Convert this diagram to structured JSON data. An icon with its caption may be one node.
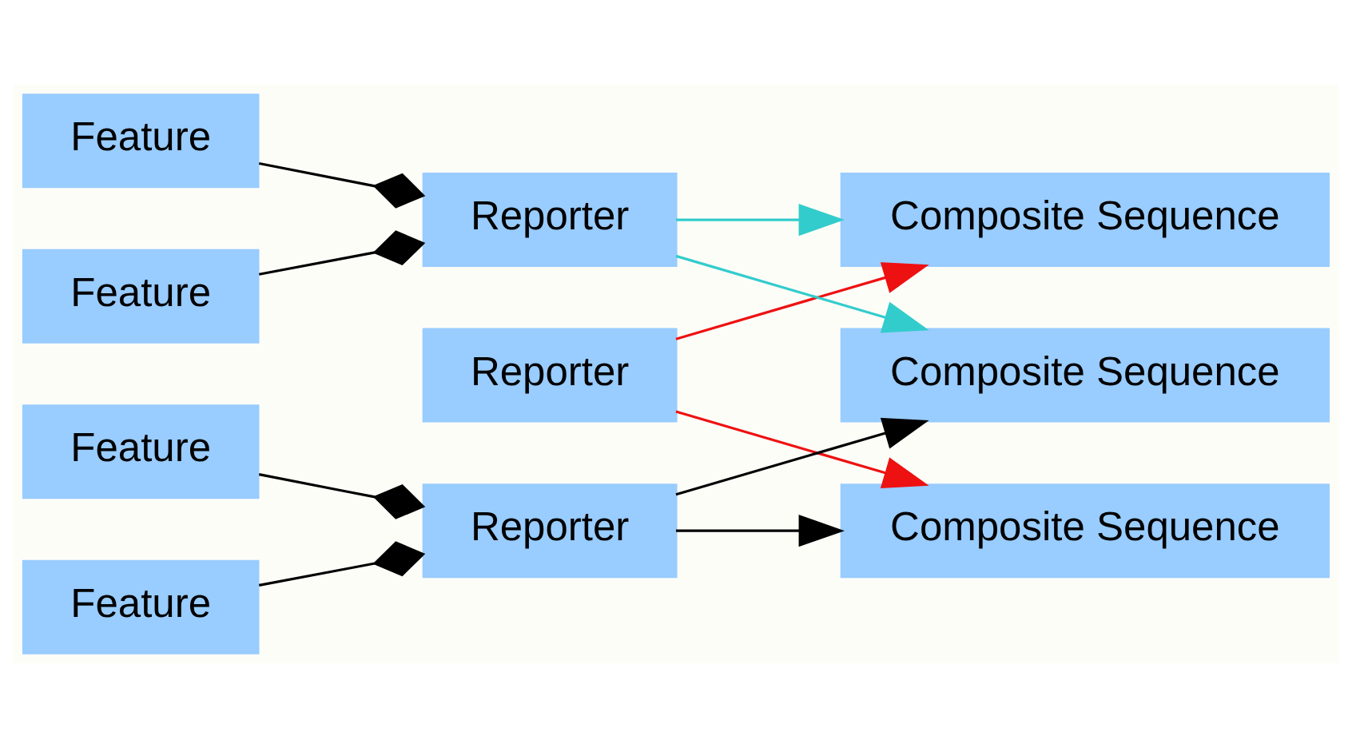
{
  "diagram": {
    "nodes": [
      {
        "text": [
          "Reporter"
        ]
      },
      {
        "text": [
          "Feature"
        ]
      },
      {
        "text": [
          "Feature"
        ]
      },
      {
        "text": [
          "Reporter"
        ]
      },
      {
        "text": [
          "Feature"
        ]
      },
      {
        "text": [
          "Feature"
        ]
      },
      {
        "text": [
          "Reporter"
        ]
      },
      {
        "text": [
          "Composite Sequence"
        ]
      },
      {
        "text": [
          "Composite Sequence"
        ]
      },
      {
        "text": [
          "Composite Sequence"
        ]
      }
    ],
    "edges": [
      {
        "from": 1,
        "to": 3,
        "arrow": "other"
      },
      {
        "from": 2,
        "to": 3,
        "arrow": "other"
      },
      {
        "from": 4,
        "to": 6,
        "arrow": "other"
      },
      {
        "from": 5,
        "to": 6,
        "arrow": "other"
      },
      {
        "from": 0,
        "to": 7,
        "arrow": "to",
        "color": "#ee1111"
      },
      {
        "from": 0,
        "to": 9,
        "arrow": "to",
        "color": "#ee1111"
      },
      {
        "from": 3,
        "to": 8,
        "arrow": "to"
      },
      {
        "from": 3,
        "to": 9,
        "arrow": "to"
      },
      {
        "from": 6,
        "to": 7,
        "arrow": "to",
        "color": "#33cccc"
      },
      {
        "from": 6,
        "to": 8,
        "arrow": "to",
        "color": "#33cccc"
      }
    ]
  }
}
